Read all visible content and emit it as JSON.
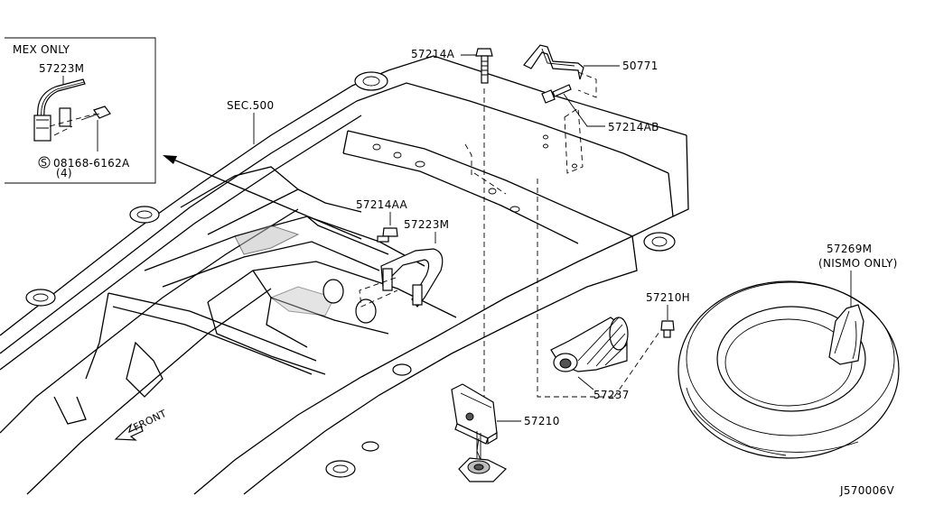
{
  "inset": {
    "title": "MEX ONLY",
    "part_number": "57223M",
    "bolt_circle_symbol": "S",
    "bolt_number": "08168-6162A",
    "bolt_qty": "(4)"
  },
  "labels": {
    "sec500": "SEC.500",
    "p57214A": "57214A",
    "p50771": "50771",
    "p57214AB": "57214AB",
    "p57214AA": "57214AA",
    "p57223M": "57223M",
    "p57210H": "57210H",
    "p57269M": "57269M",
    "nismo_only": "(NISMO ONLY)",
    "p57237": "57237",
    "p57210": "57210",
    "front": "FRONT"
  },
  "diagram_id": "J570006V"
}
